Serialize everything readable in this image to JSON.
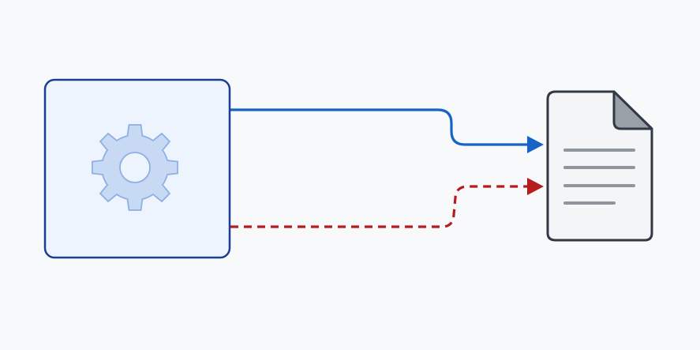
{
  "colors": {
    "background": "#f8f9fa",
    "process_fill": "#eef4fd",
    "process_stroke": "#1a3f8f",
    "gear_fill": "#c7d9f3",
    "gear_stroke": "#8eb0e4",
    "solid_connector": "#1664c6",
    "dashed_connector": "#b71c1c",
    "document_fill": "#f4f5f7",
    "document_stroke": "#2f3a45",
    "document_fold": "#9aa0a8",
    "document_lines": "#8e959d"
  },
  "diagram": {
    "nodes": [
      {
        "id": "process",
        "icon": "gear-icon"
      },
      {
        "id": "document",
        "icon": "document-icon"
      }
    ],
    "edges": [
      {
        "from": "process",
        "to": "document",
        "style": "solid",
        "color": "#1664c6"
      },
      {
        "from": "process",
        "to": "document",
        "style": "dashed",
        "color": "#b71c1c"
      }
    ]
  }
}
